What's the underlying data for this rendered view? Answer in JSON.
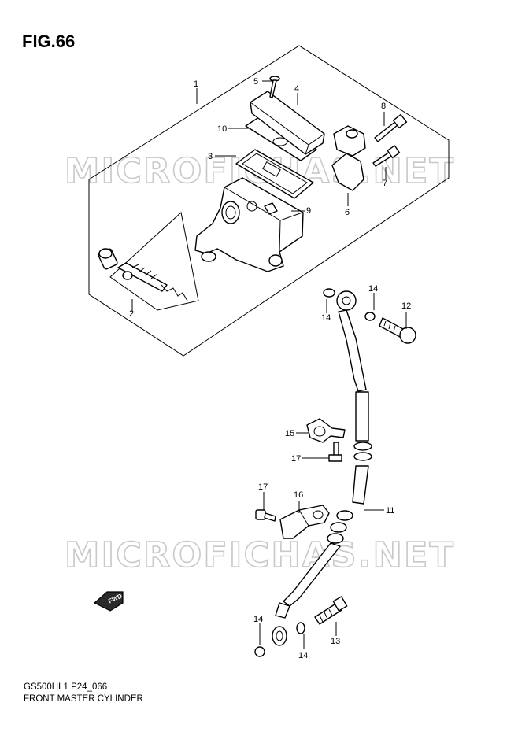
{
  "figure": {
    "title": "FIG.66",
    "code": "GS500HL1 P24_066",
    "name": "FRONT MASTER CYLINDER"
  },
  "watermark": {
    "text": "MICROFICHAS.NET",
    "color": "#c9c9c9"
  },
  "direction_badge": "FWD",
  "callouts": [
    {
      "id": "c1",
      "label": "1"
    },
    {
      "id": "c2",
      "label": "2"
    },
    {
      "id": "c3",
      "label": "3"
    },
    {
      "id": "c4",
      "label": "4"
    },
    {
      "id": "c5",
      "label": "5"
    },
    {
      "id": "c6",
      "label": "6"
    },
    {
      "id": "c7",
      "label": "7"
    },
    {
      "id": "c8",
      "label": "8"
    },
    {
      "id": "c9",
      "label": "9"
    },
    {
      "id": "c10",
      "label": "10"
    },
    {
      "id": "c11",
      "label": "11"
    },
    {
      "id": "c12",
      "label": "12"
    },
    {
      "id": "c13",
      "label": "13"
    },
    {
      "id": "c14a",
      "label": "14"
    },
    {
      "id": "c14b",
      "label": "14"
    },
    {
      "id": "c14c",
      "label": "14"
    },
    {
      "id": "c14d",
      "label": "14"
    },
    {
      "id": "c15",
      "label": "15"
    },
    {
      "id": "c16",
      "label": "16"
    },
    {
      "id": "c17a",
      "label": "17"
    },
    {
      "id": "c17b",
      "label": "17"
    }
  ]
}
